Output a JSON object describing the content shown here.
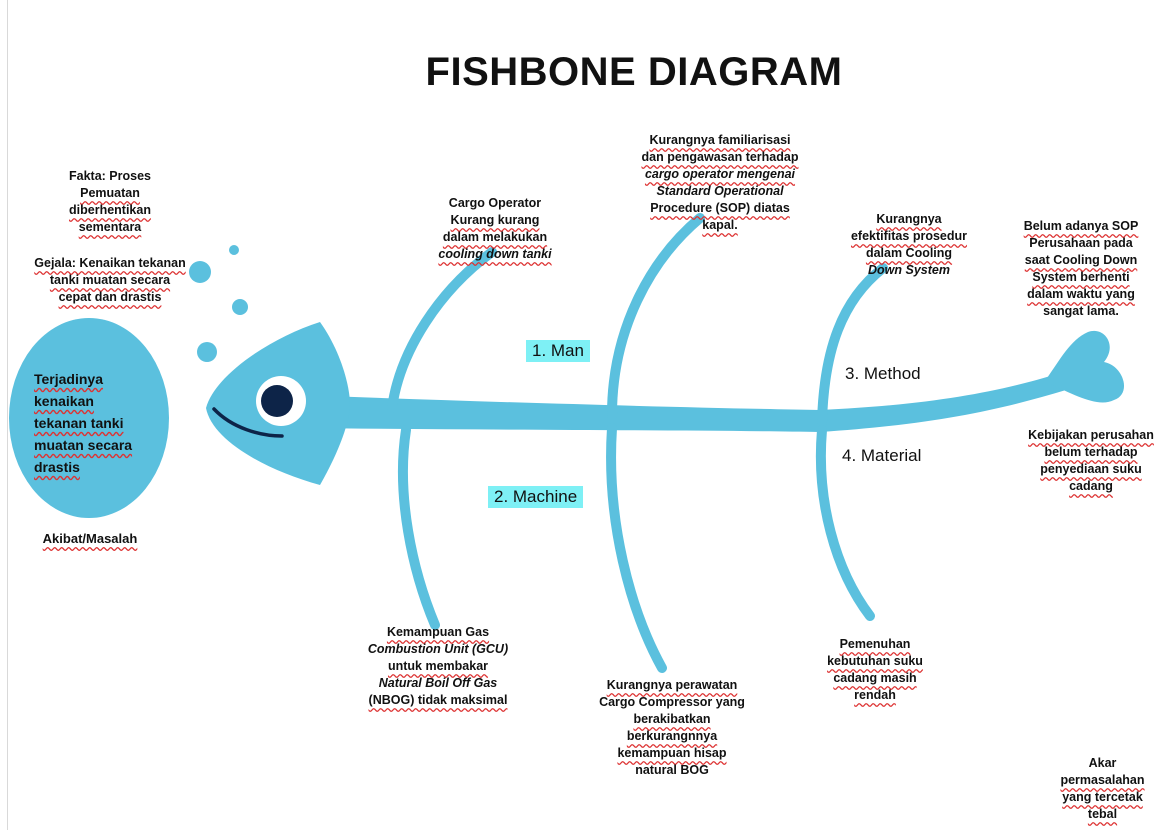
{
  "title": "FISHBONE DIAGRAM",
  "colors": {
    "fish": "#5bc0de",
    "eye": "#0d2448",
    "highlight": "#7ef0f5",
    "text": "#111111"
  },
  "effect": {
    "lines": [
      "Terjadinya",
      "kenaikan",
      "tekanan tanki",
      "muatan secara",
      "drastis"
    ],
    "caption": "Akibat/Masalah"
  },
  "fakta": {
    "lines": [
      "Fakta: Proses",
      "Pemuatan",
      "diberhentikan",
      "sementara"
    ]
  },
  "gejala": {
    "lines": [
      "Gejala: Kenaikan tekanan",
      "tanki muatan secara",
      "cepat dan drastis"
    ]
  },
  "categories": {
    "man": "1. Man",
    "machine": "2. Machine",
    "method": "3. Method",
    "material": "4. Material"
  },
  "causes": {
    "man_1": [
      "Cargo Operator",
      "Kurang kurang",
      "dalam melakukan",
      "cooling down tanki"
    ],
    "man_2": [
      "Kurangnya familiarisasi",
      "dan pengawasan terhadap",
      "cargo operator mengenai",
      "Standard Operational",
      "Procedure (SOP) diatas",
      "kapal."
    ],
    "method_1": [
      "Kurangnya",
      "efektifitas prosedur",
      "dalam Cooling",
      "Down System"
    ],
    "method_2": [
      "Belum adanya SOP",
      "Perusahaan pada",
      "saat Cooling Down",
      "System berhenti",
      "dalam waktu yang",
      "sangat lama."
    ],
    "material_1": [
      "Kebijakan perusahan",
      "belum terhadap",
      "penyediaan suku",
      "cadang"
    ],
    "material_2": [
      "Pemenuhan",
      "kebutuhan suku",
      "cadang masih",
      "rendah"
    ],
    "machine_1": [
      "Kemampuan Gas",
      "Combustion Unit (GCU)",
      "untuk membakar",
      "Natural Boil Off Gas",
      "(NBOG) tidak maksimal"
    ],
    "machine_2": [
      "Kurangnya perawatan",
      "Cargo Compressor yang",
      "berakibatkan",
      "berkurangnnya",
      "kemampuan hisap",
      "natural BOG"
    ]
  },
  "footnote": {
    "lines": [
      "Akar",
      "permasalahan",
      "yang tercetak",
      "tebal"
    ]
  }
}
